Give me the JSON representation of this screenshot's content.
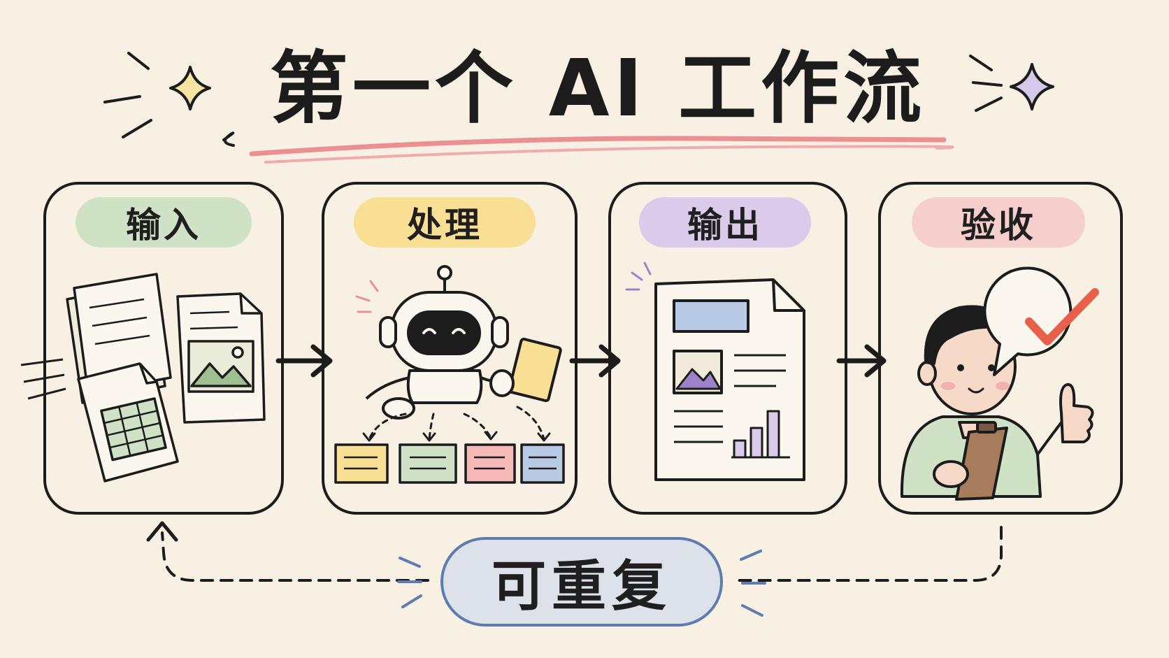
{
  "title": "第一个 AI 工作流",
  "steps": [
    {
      "label": "输入",
      "color": "#cfe2c6"
    },
    {
      "label": "处理",
      "color": "#f8df93"
    },
    {
      "label": "输出",
      "color": "#d9cbe9"
    },
    {
      "label": "验收",
      "color": "#f6cfcc"
    }
  ],
  "loop": {
    "label": "可重复",
    "color": "#dde1ea",
    "border": "#5f7bb0"
  },
  "colors": {
    "background": "#f8f1e3",
    "ink": "#1c1c1c",
    "underline": "#ec8f92",
    "check": "#e8604a",
    "sparkle_yellow": "#f6e4a3",
    "sparkle_purple": "#d6c8eb"
  }
}
